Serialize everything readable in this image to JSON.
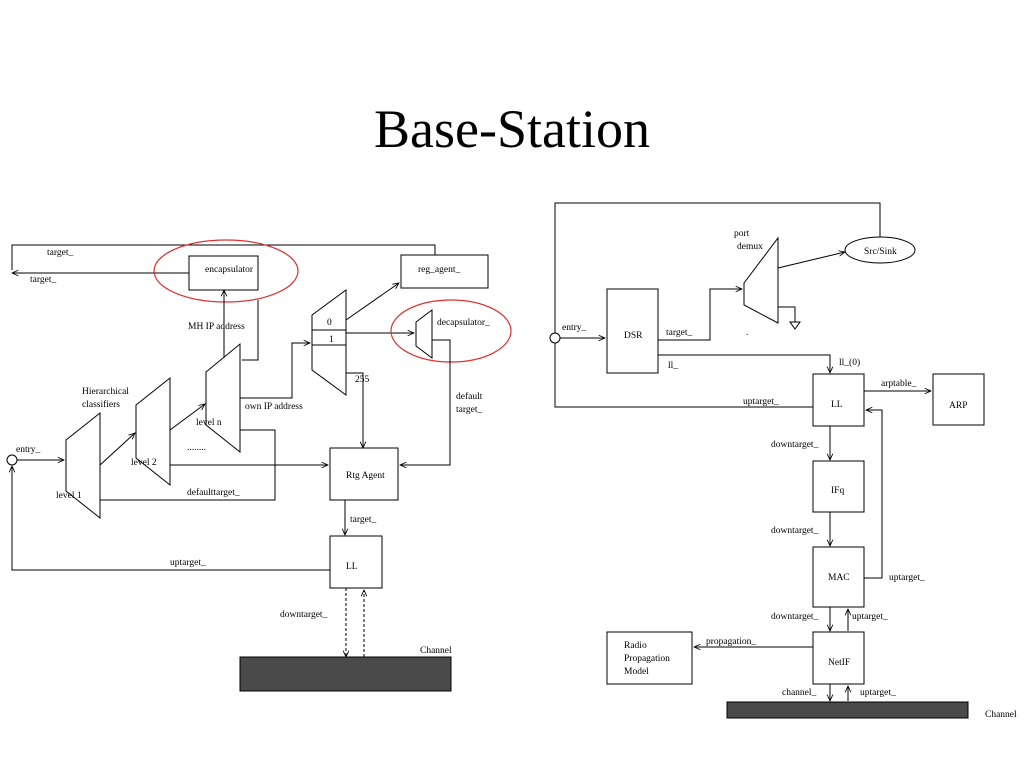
{
  "title": "Base-Station",
  "left": {
    "target_top": "target_",
    "target_second": "target_",
    "encapsulator": "encapsulator",
    "reg_agent": "reg_agent_",
    "mh_ip_address": "MH IP address",
    "zero": "0",
    "one": "1",
    "two_fifty_five": "255",
    "decapsulator": "decapsulator_",
    "hierarchical": "Hierarchical",
    "classifiers": "classifiers",
    "own_ip_address": "own IP address",
    "level_n": "level n",
    "dots": "........",
    "default_target_1": "default",
    "default_target_2": "target_",
    "entry": "entry_",
    "level_2": "level 2",
    "level_1": "level 1",
    "defaulttarget": "defaulttarget_",
    "rtg_agent": "Rtg Agent",
    "target_ll": "target_",
    "uptarget": "uptarget_",
    "ll": "LL",
    "downtarget": "downtarget_",
    "channel": "Channel"
  },
  "right": {
    "port": "port",
    "demux": "demux",
    "src_sink": "Src/Sink",
    "entry": "entry_",
    "dsr": "DSR",
    "target": "target_",
    "dot": ".",
    "ll_0": "ll_(0)",
    "ll_label": "ll_",
    "arptable": "arptable_",
    "arp": "ARP",
    "uptarget_ll": "uptarget_",
    "ll": "LL",
    "downtarget_1": "downtarget_",
    "ifq": "IFq",
    "downtarget_2": "downtarget_",
    "mac": "MAC",
    "uptarget_mac": "uptarget_",
    "downtarget_3": "downtarget_",
    "uptarget_netif": "uptarget_",
    "radio_1": "Radio",
    "radio_2": "Propagation",
    "radio_3": "Model",
    "propagation": "propagation_",
    "netif": "NetIF",
    "channel_": "channel_",
    "uptarget_chan": "uptarget_",
    "channel": "Channel"
  },
  "colors": {
    "highlight": "#e03030",
    "channel_fill": "#4a4a4a"
  }
}
